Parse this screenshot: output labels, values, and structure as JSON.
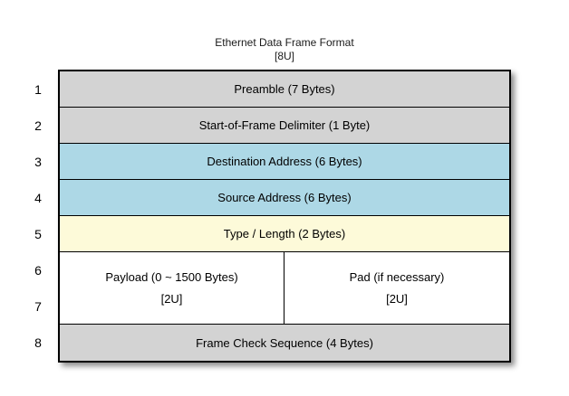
{
  "title": {
    "line1": "Ethernet Data Frame Format",
    "line2": "[8U]"
  },
  "colors": {
    "gray": "#D3D3D3",
    "blue": "#ADD8E6",
    "yellow": "#FDFAD9",
    "white": "#FFFFFF",
    "border": "#000000"
  },
  "table": {
    "row_numbers": [
      "1",
      "2",
      "3",
      "4",
      "5",
      "6",
      "7",
      "8"
    ],
    "rows": [
      {
        "label": "Preamble (7 Bytes)",
        "bg": "#D3D3D3"
      },
      {
        "label": "Start-of-Frame Delimiter (1 Byte)",
        "bg": "#D3D3D3"
      },
      {
        "label": "Destination Address (6 Bytes)",
        "bg": "#ADD8E6"
      },
      {
        "label": "Source Address (6 Bytes)",
        "bg": "#ADD8E6"
      },
      {
        "label": "Type / Length (2 Bytes)",
        "bg": "#FDFAD9"
      }
    ],
    "payload_row": {
      "cells": [
        {
          "line1": "Payload (0 ~ 1500 Bytes)",
          "line2": "[2U]",
          "bg": "#FFFFFF"
        },
        {
          "line1": "Pad (if necessary)",
          "line2": "[2U]",
          "bg": "#FFFFFF"
        }
      ]
    },
    "fcs_row": {
      "label": "Frame Check Sequence (4 Bytes)",
      "bg": "#D3D3D3"
    }
  }
}
